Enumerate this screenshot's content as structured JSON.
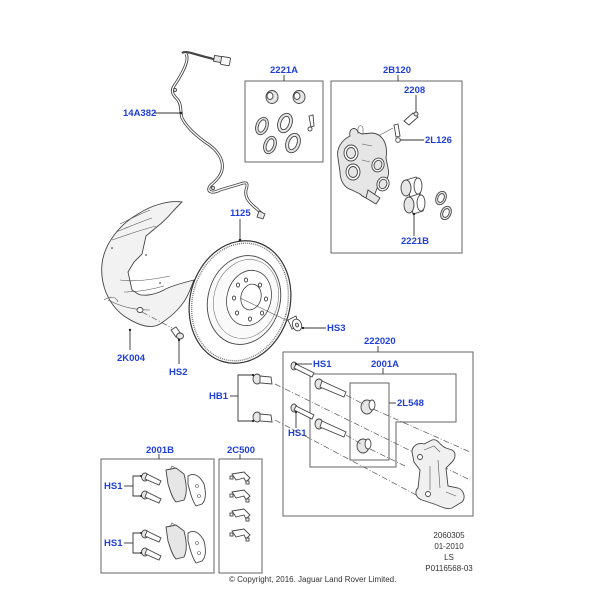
{
  "diagram": {
    "title": "Rear brake assembly exploded view",
    "callouts": {
      "sensor": "14A382",
      "seal_kit_a": "2221A",
      "caliper": "2B120",
      "bleed_screw": "2208",
      "bleed_cap": "2L126",
      "seal_kit_b": "2221B",
      "disc": "1125",
      "dust_shield": "2K004",
      "shield_screw": "HS2",
      "disc_screw": "HS3",
      "carrier_assy": "222020",
      "guide_pin_kit": "2001A",
      "guide_bushing": "2L548",
      "carrier_bolt": "HB1",
      "guide_bolt_top": "HS1",
      "guide_bolt_bottom": "HS1",
      "pad_kit": "2001B",
      "pad_bolt_top": "HS1",
      "pad_bolt_bottom": "HS1",
      "clip_kit": "2C500"
    },
    "info_block": {
      "illustration_no": "2060305",
      "date": "01-2010",
      "model": "LS",
      "part_ref": "P0116568-03"
    },
    "copyright": "© Copyright, 2016. Jaguar Land Rover Limited.",
    "colors": {
      "callout": "#1f3fd8",
      "linework": "#444444",
      "box": "#666666"
    }
  }
}
